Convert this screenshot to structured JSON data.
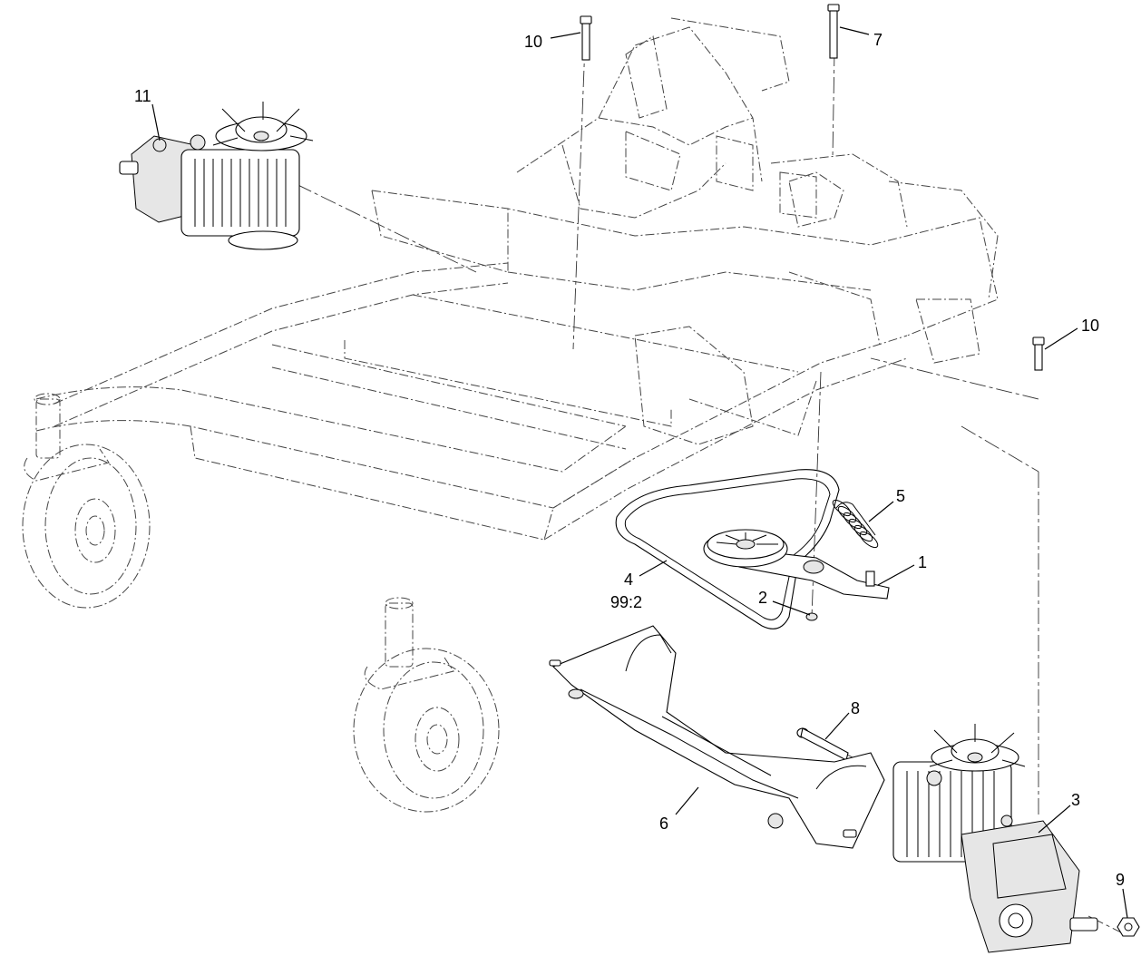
{
  "callouts": {
    "c1": "1",
    "c2": "2",
    "c3": "3",
    "c4": "4",
    "c4sub": "99:2",
    "c5": "5",
    "c6": "6",
    "c7": "7",
    "c8": "8",
    "c9": "9",
    "c10a": "10",
    "c10b": "10",
    "c11": "11"
  }
}
